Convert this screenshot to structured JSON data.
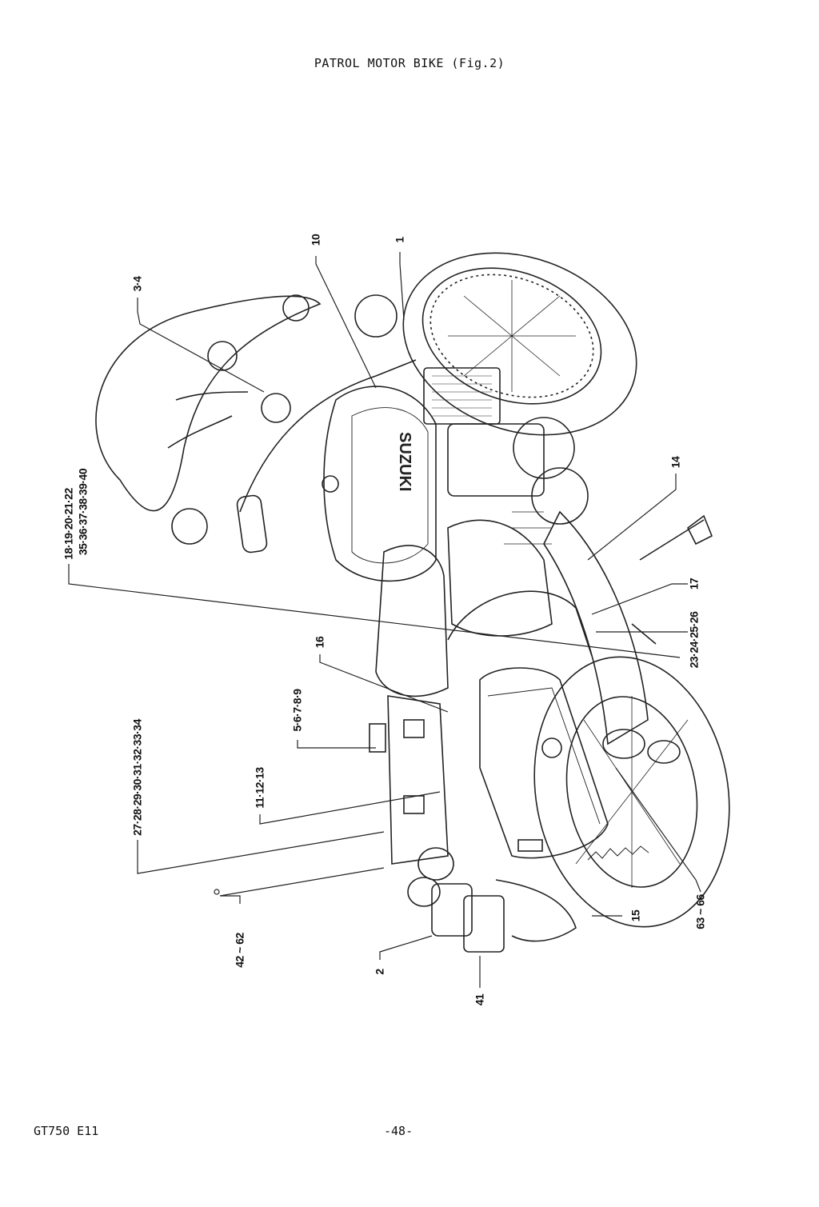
{
  "title": "PATROL MOTOR BIKE (Fig.2)",
  "footer": {
    "model": "GT750 E11",
    "page": "-48-"
  },
  "callouts": {
    "c1": "1",
    "c2": "2",
    "c3_4": "3·4",
    "c5_9": "5·6·7·8·9",
    "c10": "10",
    "c11_13": "11·12·13",
    "c14": "14",
    "c15": "15",
    "c16": "16",
    "c17": "17",
    "c18_22": "18·19·20·21·22",
    "c35_40": "35·36·37·38·39·40",
    "c23_26": "23·24·25·26",
    "c27_34": "27·28·29·30·31·32·33·34",
    "c41": "41",
    "c42_62": "42 ~ 62",
    "c63_66": "63 ~ 66"
  },
  "tank_logo": "SUZUKI"
}
